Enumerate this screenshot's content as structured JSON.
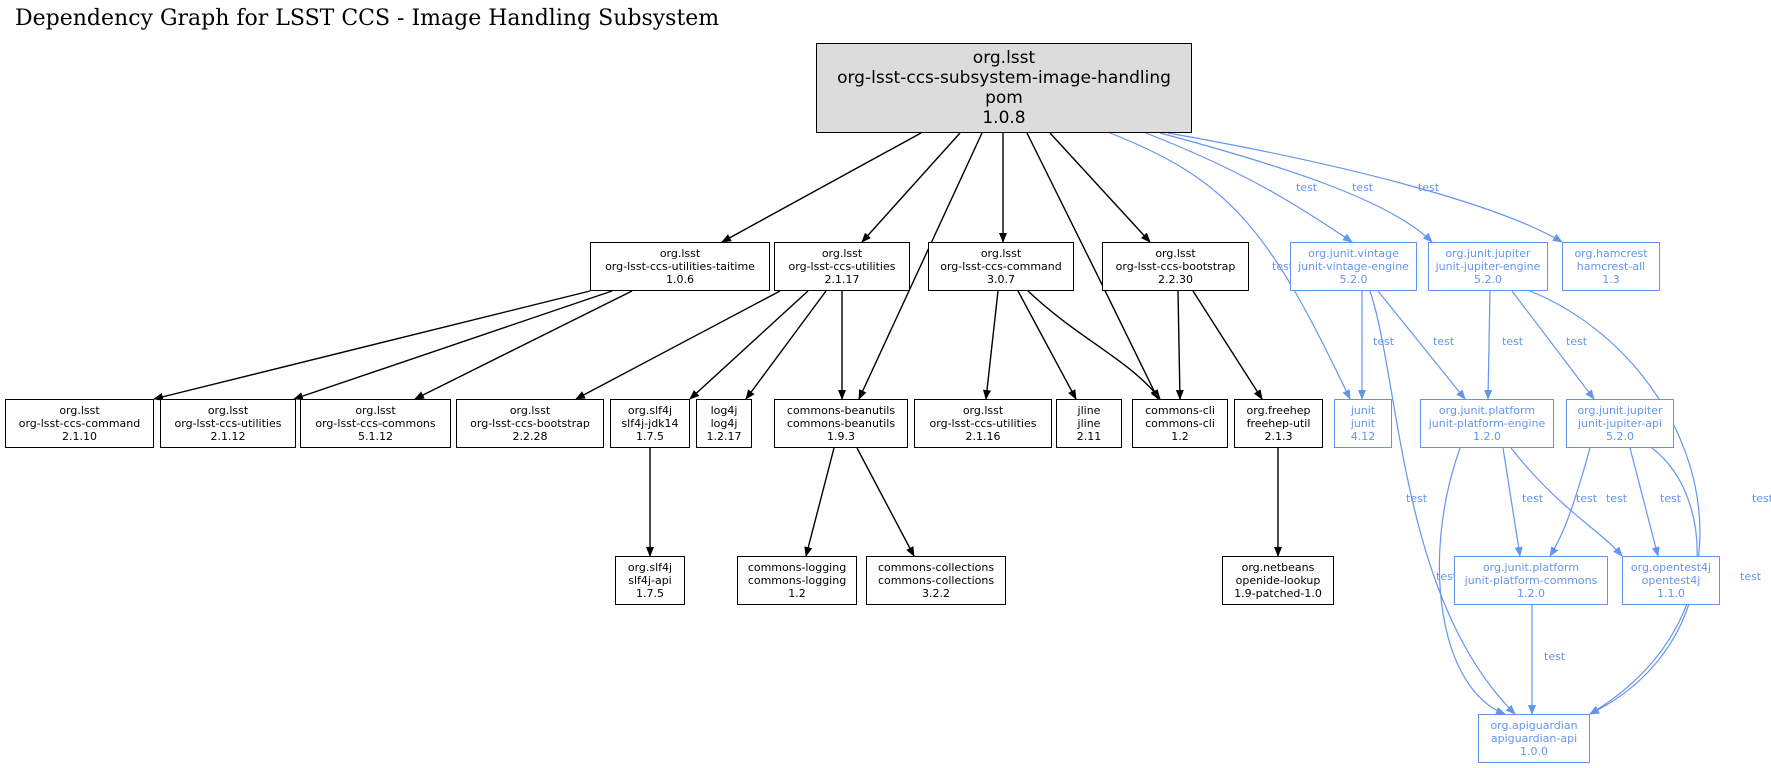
{
  "title": "Dependency Graph for LSST CCS - Image Handling Subsystem",
  "colors": {
    "compile": "#000000",
    "test": "#6495ed",
    "root_fill": "#dcdcdc"
  },
  "edge_label": "test",
  "nodes": {
    "root": {
      "group": "org.lsst",
      "artifact": "org-lsst-ccs-subsystem-image-handling",
      "type": "pom",
      "version": "1.0.8"
    },
    "taitime": {
      "group": "org.lsst",
      "artifact": "org-lsst-ccs-utilities-taitime",
      "version": "1.0.6"
    },
    "utilities_2117": {
      "group": "org.lsst",
      "artifact": "org-lsst-ccs-utilities",
      "version": "2.1.17"
    },
    "command_307": {
      "group": "org.lsst",
      "artifact": "org-lsst-ccs-command",
      "version": "3.0.7"
    },
    "bootstrap_2230": {
      "group": "org.lsst",
      "artifact": "org-lsst-ccs-bootstrap",
      "version": "2.2.30"
    },
    "vintage_engine": {
      "group": "org.junit.vintage",
      "artifact": "junit-vintage-engine",
      "version": "5.2.0"
    },
    "jupiter_engine": {
      "group": "org.junit.jupiter",
      "artifact": "junit-jupiter-engine",
      "version": "5.2.0"
    },
    "hamcrest": {
      "group": "org.hamcrest",
      "artifact": "hamcrest-all",
      "version": "1.3"
    },
    "command_2110": {
      "group": "org.lsst",
      "artifact": "org-lsst-ccs-command",
      "version": "2.1.10"
    },
    "utilities_2112": {
      "group": "org.lsst",
      "artifact": "org-lsst-ccs-utilities",
      "version": "2.1.12"
    },
    "commons_5112": {
      "group": "org.lsst",
      "artifact": "org-lsst-ccs-commons",
      "version": "5.1.12"
    },
    "bootstrap_2228": {
      "group": "org.lsst",
      "artifact": "org-lsst-ccs-bootstrap",
      "version": "2.2.28"
    },
    "slf4j_jdk14": {
      "group": "org.slf4j",
      "artifact": "slf4j-jdk14",
      "version": "1.7.5"
    },
    "log4j": {
      "group": "log4j",
      "artifact": "log4j",
      "version": "1.2.17"
    },
    "beanutils": {
      "group": "commons-beanutils",
      "artifact": "commons-beanutils",
      "version": "1.9.3"
    },
    "utilities_2116": {
      "group": "org.lsst",
      "artifact": "org-lsst-ccs-utilities",
      "version": "2.1.16"
    },
    "jline": {
      "group": "jline",
      "artifact": "jline",
      "version": "2.11"
    },
    "commons_cli": {
      "group": "commons-cli",
      "artifact": "commons-cli",
      "version": "1.2"
    },
    "freehep_util": {
      "group": "org.freehep",
      "artifact": "freehep-util",
      "version": "2.1.3"
    },
    "junit": {
      "group": "junit",
      "artifact": "junit",
      "version": "4.12"
    },
    "platform_engine": {
      "group": "org.junit.platform",
      "artifact": "junit-platform-engine",
      "version": "1.2.0"
    },
    "jupiter_api": {
      "group": "org.junit.jupiter",
      "artifact": "junit-jupiter-api",
      "version": "5.2.0"
    },
    "slf4j_api": {
      "group": "org.slf4j",
      "artifact": "slf4j-api",
      "version": "1.7.5"
    },
    "commons_logging": {
      "group": "commons-logging",
      "artifact": "commons-logging",
      "version": "1.2"
    },
    "commons_collections": {
      "group": "commons-collections",
      "artifact": "commons-collections",
      "version": "3.2.2"
    },
    "openide_lookup": {
      "group": "org.netbeans",
      "artifact": "openide-lookup",
      "version": "1.9-patched-1.0"
    },
    "platform_commons": {
      "group": "org.junit.platform",
      "artifact": "junit-platform-commons",
      "version": "1.2.0"
    },
    "opentest4j": {
      "group": "org.opentest4j",
      "artifact": "opentest4j",
      "version": "1.1.0"
    },
    "apiguardian": {
      "group": "org.apiguardian",
      "artifact": "apiguardian-api",
      "version": "1.0.0"
    }
  }
}
